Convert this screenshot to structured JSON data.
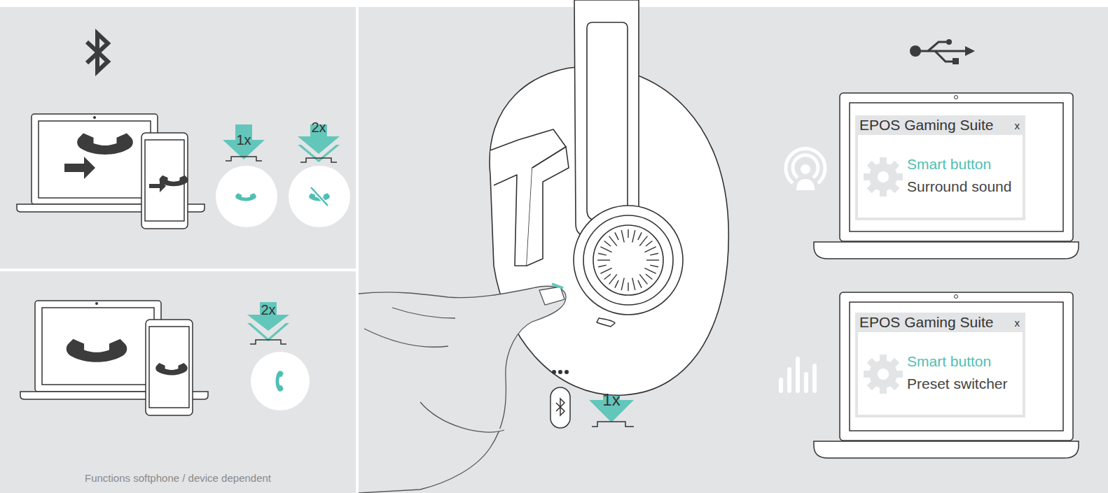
{
  "diagram": {
    "nodes": [
      {
        "text": [
          "EPOS Gaming Suite",
          "x",
          "Smart button",
          "Surround sound"
        ]
      },
      {
        "text": [
          "EPOS Gaming Suite",
          "x",
          "Smart button",
          "Preset switcher"
        ]
      }
    ],
    "labels": [
      "1x",
      "2x",
      "2x",
      "1x",
      "Functions softphone / device dependent"
    ]
  }
}
